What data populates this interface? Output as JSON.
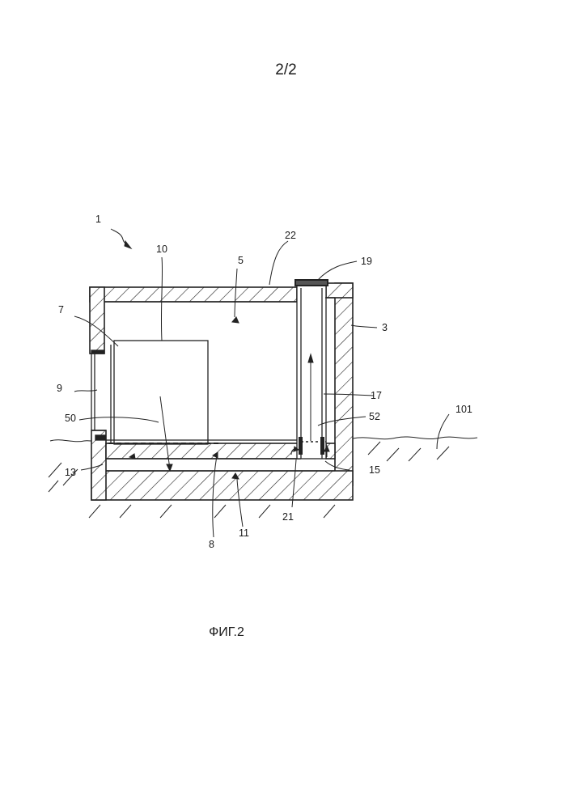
{
  "page_number": "2/2",
  "figure_caption": "ФИГ.2",
  "labels": {
    "l1": "1",
    "l10": "10",
    "l22": "22",
    "l5": "5",
    "l19": "19",
    "l7": "7",
    "l3": "3",
    "l9": "9",
    "l17": "17",
    "l101": "101",
    "l50": "50",
    "l52": "52",
    "l13": "13",
    "l15": "15",
    "l21": "21",
    "l11": "11",
    "l8": "8"
  }
}
